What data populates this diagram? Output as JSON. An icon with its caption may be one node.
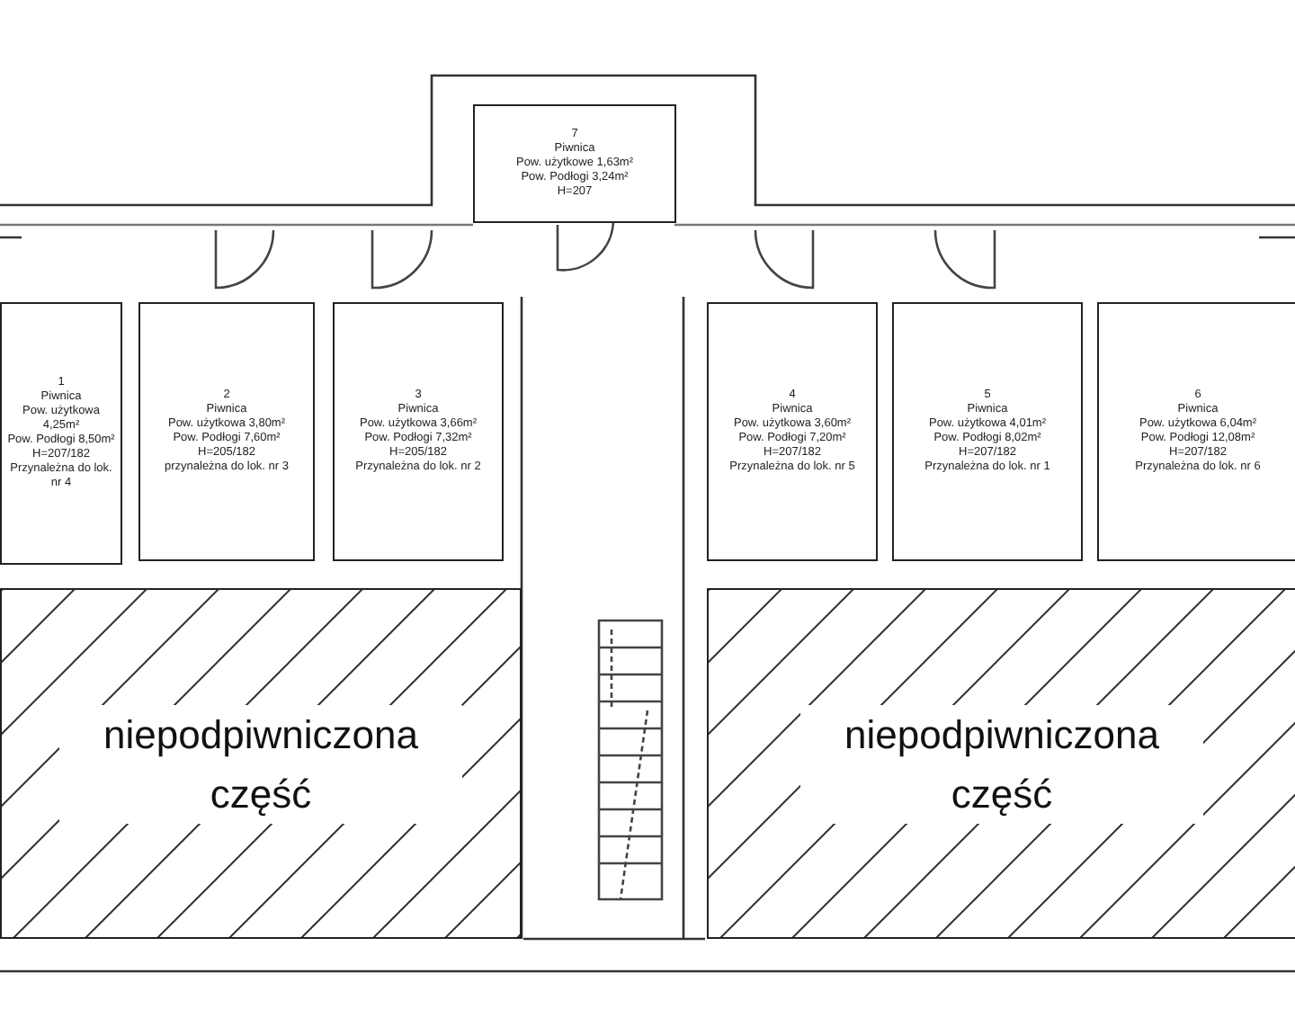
{
  "diagram": {
    "nodes": [
      {
        "text": [
          "7",
          "Piwnica",
          "Pow. użytkowe 1,63m²",
          "Pow. Podłogi 3,24m²",
          "H=207"
        ]
      },
      {
        "text": [
          "1",
          "Piwnica",
          "Pow. użytkowa 4,25m²",
          "Pow. Podłogi 8,50m²",
          "H=207/182",
          "Przynależna do lok. nr 4"
        ]
      },
      {
        "text": [
          "2",
          "Piwnica",
          "Pow. użytkowa 3,80m²",
          "Pow. Podłogi 7,60m²",
          "H=205/182",
          "przynależna do lok. nr 3"
        ]
      },
      {
        "text": [
          "3",
          "Piwnica",
          "Pow. użytkowa 3,66m²",
          "Pow. Podłogi 7,32m²",
          "H=205/182",
          "Przynależna do lok. nr 2"
        ]
      },
      {
        "text": [
          "4",
          "Piwnica",
          "Pow. użytkowa 3,60m²",
          "Pow. Podłogi 7,20m²",
          "H=207/182",
          "Przynależna do lok. nr 5"
        ]
      },
      {
        "text": [
          "5",
          "Piwnica",
          "Pow. użytkowa 4,01m²",
          "Pow. Podłogi 8,02m²",
          "H=207/182",
          "Przynależna do lok. nr 1"
        ]
      },
      {
        "text": [
          "6",
          "Piwnica",
          "Pow. użytkowa 6,04m²",
          "Pow. Podłogi 12,08m²",
          "H=207/182",
          "Przynależna do lok. nr 6"
        ]
      },
      {
        "text": [
          "niepodpiwniczona część"
        ]
      },
      {
        "text": [
          "niepodpiwniczona część"
        ]
      }
    ]
  }
}
